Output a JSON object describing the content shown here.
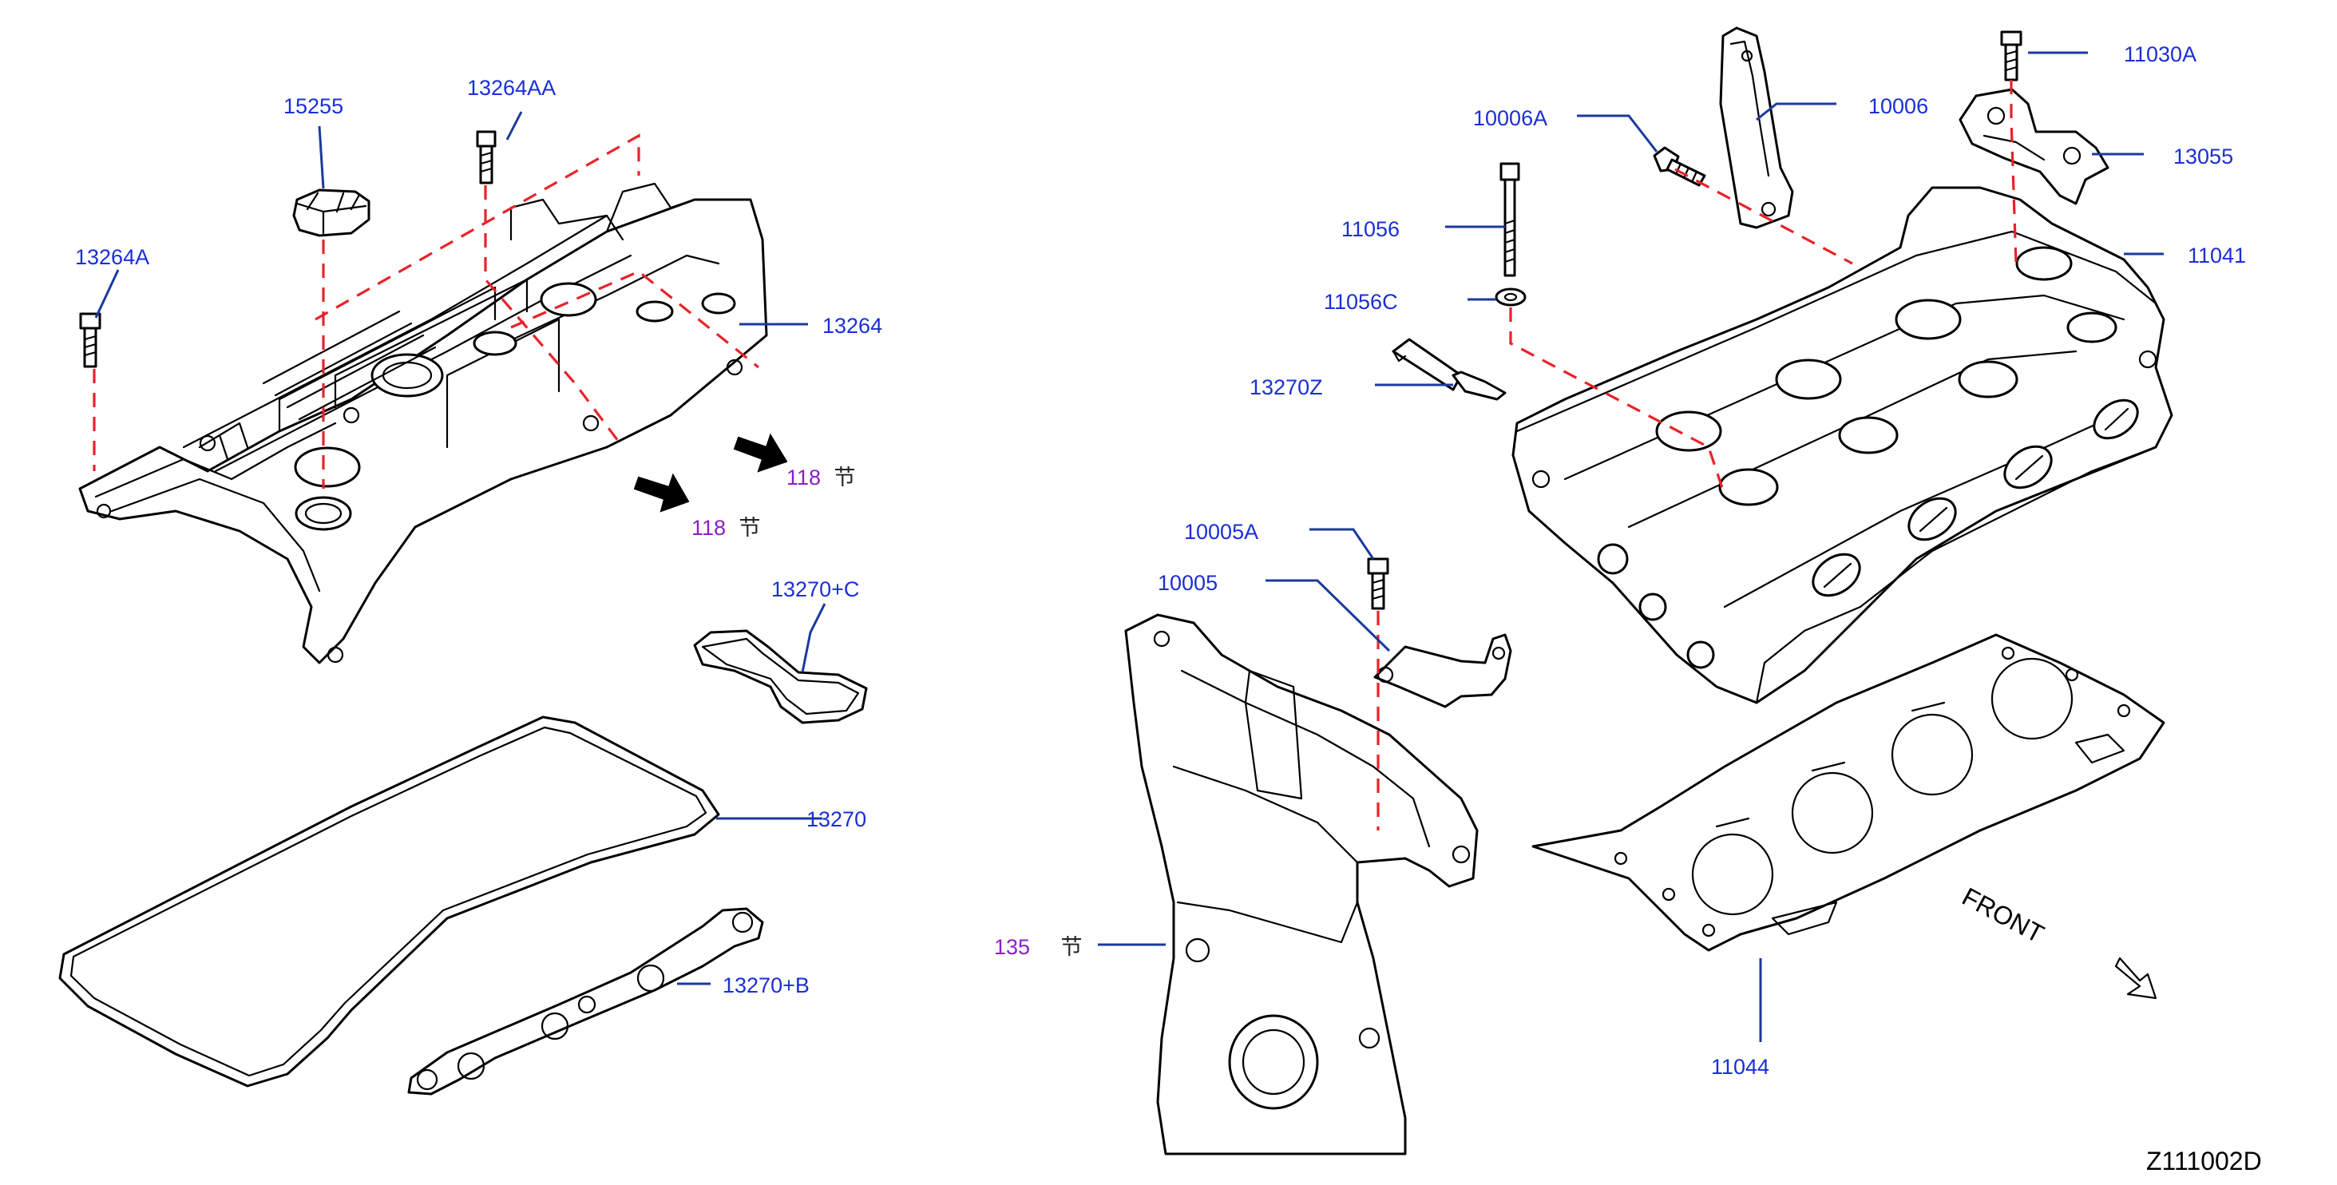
{
  "callouts": {
    "c15255": "15255",
    "c13264AA": "13264AA",
    "c13264A": "13264A",
    "c13264": "13264",
    "c13270C": "13270+C",
    "c13270": "13270",
    "c13270B": "13270+B",
    "c10006A": "10006A",
    "c10006": "10006",
    "c11030A": "11030A",
    "c13055": "13055",
    "c11041": "11041",
    "c11056": "11056",
    "c11056C": "11056C",
    "c13270Z": "13270Z",
    "c10005A": "10005A",
    "c10005": "10005",
    "c11044": "11044"
  },
  "references": [
    {
      "section": "118",
      "suffix": "节"
    },
    {
      "section": "118",
      "suffix": "节"
    },
    {
      "section": "135",
      "suffix": "节"
    }
  ],
  "front_label": "FRONT",
  "diagram_code": "Z111002D",
  "colors": {
    "callout_text": "#1a2fd6",
    "leader_line": "#1b3a9c",
    "section_ref": "#8a1fc8",
    "dashed_alignment": "#e8232a",
    "outline": "#000000"
  }
}
